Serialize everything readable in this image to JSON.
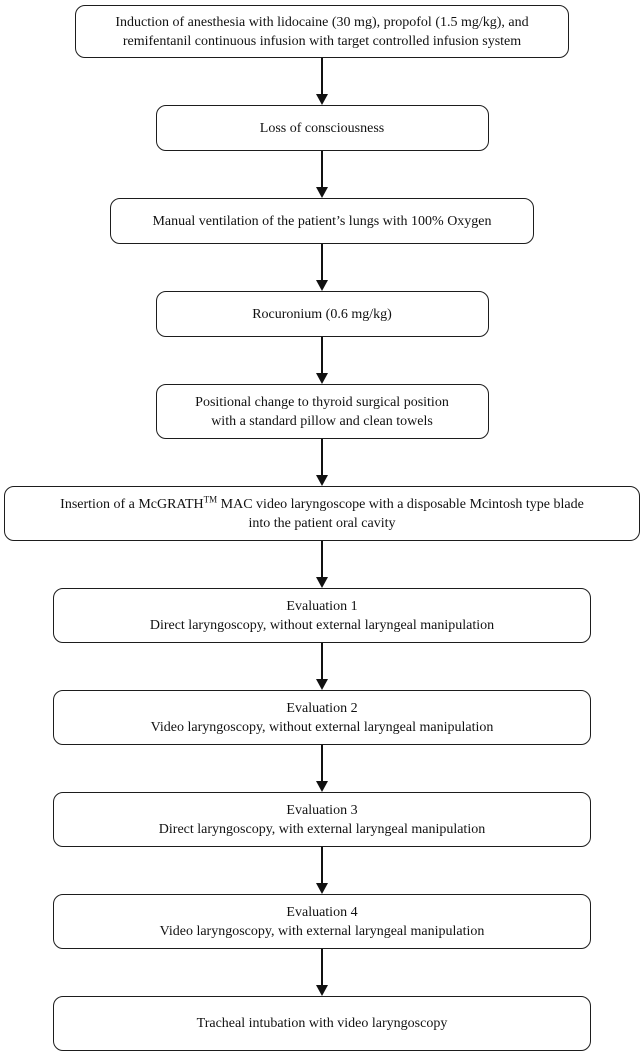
{
  "page": {
    "background_color": "#ffffff",
    "line_color": "#111111",
    "box_border_color": "#1d1d1d"
  },
  "flowchart": {
    "boxes": [
      {
        "id": "induction",
        "lines": [
          "Induction of anesthesia with lidocaine (30 mg), propofol (1.5 mg/kg), and",
          "remifentanil continuous infusion with target controlled infusion system"
        ]
      },
      {
        "id": "loss-of-consciousness",
        "lines": [
          "Loss of consciousness"
        ]
      },
      {
        "id": "manual-ventilation",
        "lines": [
          "Manual ventilation of the patient’s lungs with 100% Oxygen"
        ]
      },
      {
        "id": "rocuronium",
        "lines": [
          "Rocuronium (0.6 mg/kg)"
        ]
      },
      {
        "id": "positional-change",
        "lines": [
          "Positional change to thyroid surgical position",
          "with a standard pillow and clean towels"
        ]
      },
      {
        "id": "laryngoscope-insertion",
        "line1": {
          "pre": "Insertion of a McGRATH",
          "sup": "TM",
          "post": " MAC video laryngoscope with a disposable Mcintosh type blade"
        },
        "line2": "into the patient oral cavity"
      },
      {
        "id": "evaluation-1",
        "lines": [
          "Evaluation 1",
          "Direct laryngoscopy, without external laryngeal manipulation"
        ]
      },
      {
        "id": "evaluation-2",
        "lines": [
          "Evaluation 2",
          "Video laryngoscopy, without external laryngeal manipulation"
        ]
      },
      {
        "id": "evaluation-3",
        "lines": [
          "Evaluation 3",
          "Direct laryngoscopy, with external laryngeal manipulation"
        ]
      },
      {
        "id": "evaluation-4",
        "lines": [
          "Evaluation 4",
          "Video laryngoscopy, with external laryngeal manipulation"
        ]
      },
      {
        "id": "tracheal-intubation",
        "lines": [
          "Tracheal intubation with video laryngoscopy"
        ]
      }
    ]
  }
}
